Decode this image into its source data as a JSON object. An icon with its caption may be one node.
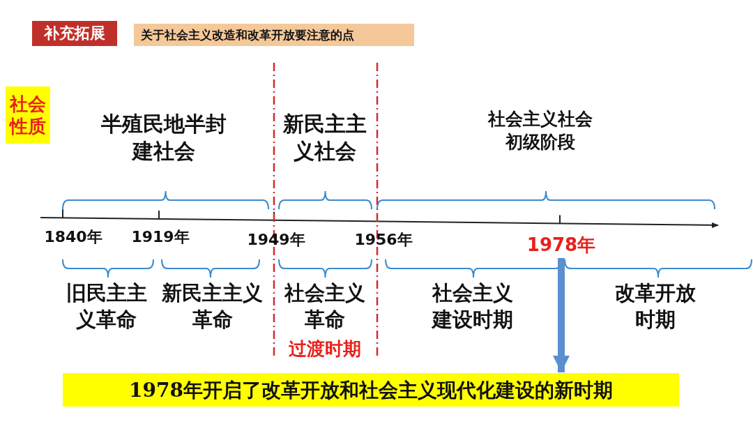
{
  "diagram": {
    "title": "关于社会主义改造和改革开放要注意的点",
    "nodes": [
      {
        "text": [
          "补充拓展"
        ]
      },
      {
        "text": [
          "社会性质"
        ]
      },
      {
        "text": [
          "1978年"
        ]
      },
      {
        "text": [
          "1978年开启了改革开放和社会主义现代化建设的新时期"
        ]
      }
    ],
    "edges": [
      {
        "from": 2,
        "to": 3,
        "arrow": "to"
      }
    ],
    "labels": [
      "半殖民地半封建社会",
      "新民主主义社会",
      "社会主义社会初级阶段",
      "1840年",
      "1919年",
      "1949年",
      "1956年",
      "旧民主主义革命",
      "新民主主义革命",
      "社会主义革命",
      "社会主义建设时期",
      "改革开放时期",
      "过渡时期"
    ]
  }
}
